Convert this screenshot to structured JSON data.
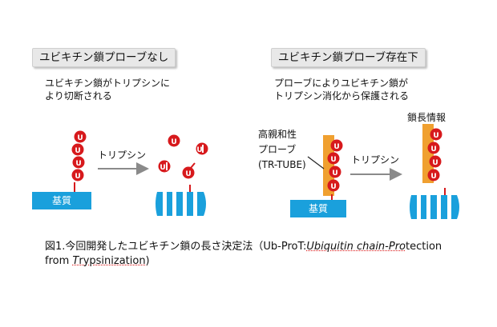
{
  "left_panel": {
    "title": "ユビキチン鎖プローブなし",
    "description_lines": [
      "ユビキチン鎖がトリプシンに",
      "より切断される"
    ],
    "substrate_label": "基質",
    "arrow_label": "トリプシン"
  },
  "right_panel": {
    "title": "ユビキチン鎖プローブ存在下",
    "description_lines": [
      "プローブによりユビキチン鎖が",
      "トリプシン消化から保護される"
    ],
    "probe_label_lines": [
      "高親和性",
      "プローブ",
      "(TR-TUBE)"
    ],
    "substrate_label": "基質",
    "arrow_label": "トリプシン",
    "chain_info_label": "鎖長情報"
  },
  "ubiquitin_letter": "U",
  "caption": {
    "prefix": "図1.今回開発したユビキチン鎖の長さ決定法（Ub-ProT:",
    "ubiquitin_italic": "Ub",
    "ubiquitin_rest": "iquitin chain-",
    "pro_italic": "Pro",
    "tection": "tection",
    "line2_from": "from ",
    "trypsin_italic": "T",
    "trypsin_rest": "rypsinization)"
  },
  "colors": {
    "ubiquitin": "#d7191c",
    "substrate": "#1aa0dc",
    "probe": "#f0a030",
    "arrow": "#8a8a8a",
    "panel_title_bg": "#e8e8e8"
  }
}
